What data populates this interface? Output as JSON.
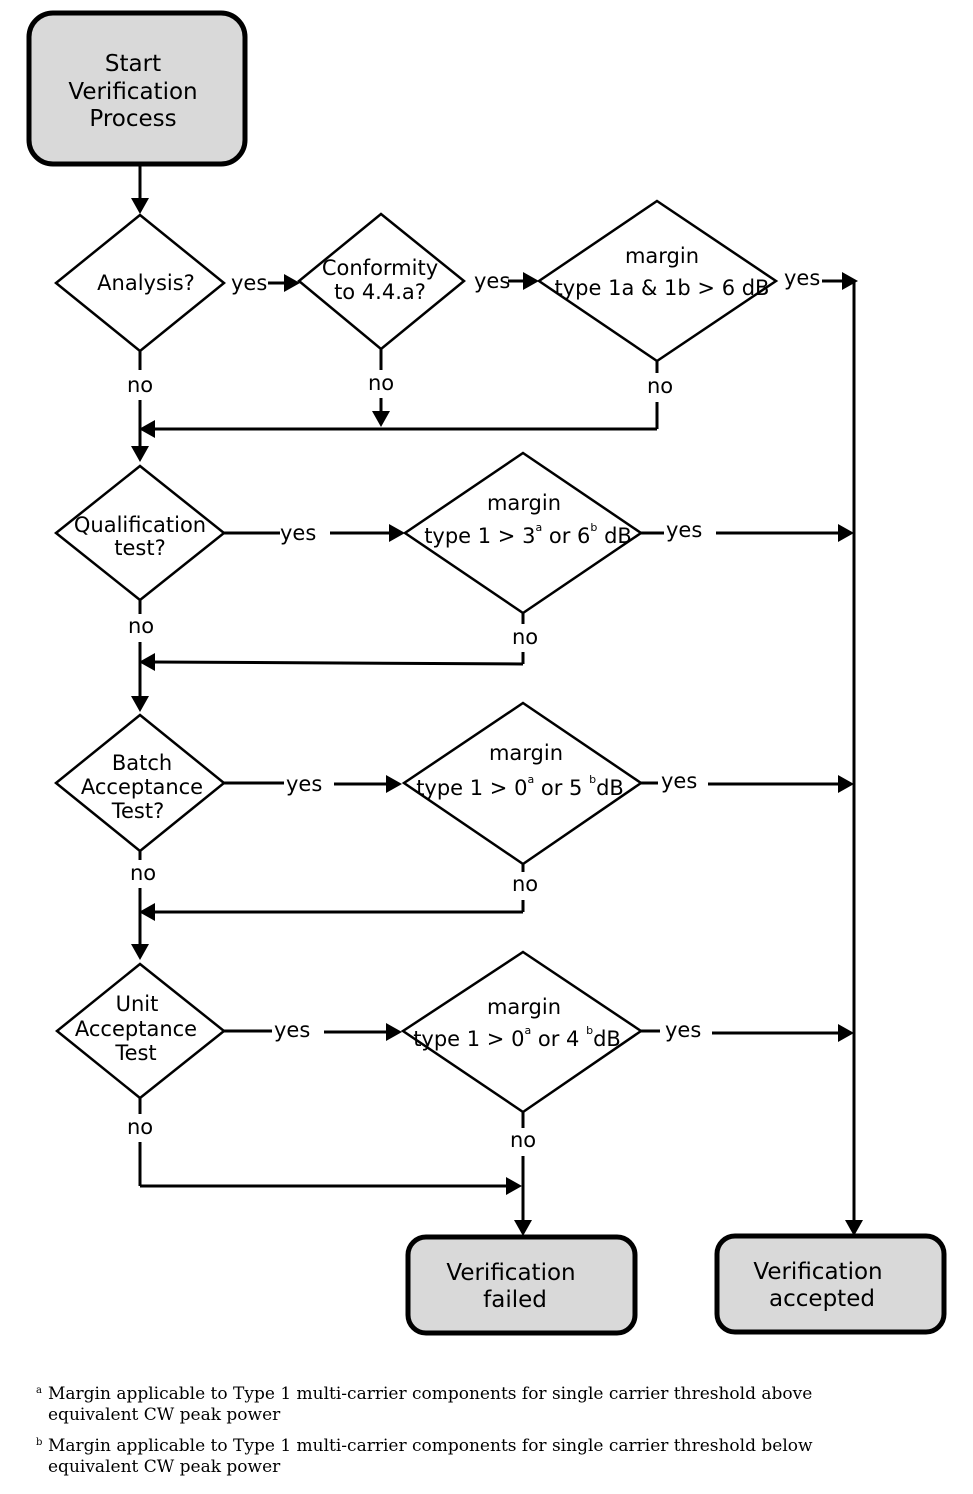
{
  "nodes": {
    "start": [
      "Start",
      "Verification",
      "Process"
    ],
    "analysis": [
      "Analysis?"
    ],
    "conformity": [
      "Conformity",
      "to 4.4.a?"
    ],
    "margin_analysis": [
      "margin",
      "type 1a & 1b > 6 dB"
    ],
    "qualification": [
      "Qualification",
      "test?"
    ],
    "margin_qualification": {
      "title": "margin",
      "pre": "type 1 > 3",
      "mid": " or 6",
      "post": " dB",
      "sup_a": "a",
      "sup_b": "b"
    },
    "batch": [
      "Batch",
      "Acceptance",
      "Test?"
    ],
    "margin_batch": {
      "title": "margin",
      "pre": "type 1 > 0",
      "mid": " or 5 ",
      "post": "dB",
      "sup_a": "a",
      "sup_b": "b"
    },
    "unit": [
      "Unit",
      "Acceptance",
      "Test"
    ],
    "margin_unit": {
      "title": "margin",
      "pre": "type 1 > 0",
      "mid": " or 4 ",
      "post": "dB",
      "sup_a": "a",
      "sup_b": "b"
    },
    "failed": [
      "Verification",
      "failed"
    ],
    "accepted": [
      "Verification",
      "accepted"
    ]
  },
  "edge_labels": {
    "yes": "yes",
    "no": "no"
  },
  "footnotes": [
    {
      "mark": "a",
      "text": "Margin applicable to Type 1 multi-carrier components for single carrier threshold above equivalent CW peak power"
    },
    {
      "mark": "b",
      "text": "Margin applicable to Type 1 multi-carrier components for single carrier threshold below equivalent CW peak power"
    }
  ],
  "colors": {
    "terminal_fill": "#d9d9d9",
    "line": "#000000"
  }
}
